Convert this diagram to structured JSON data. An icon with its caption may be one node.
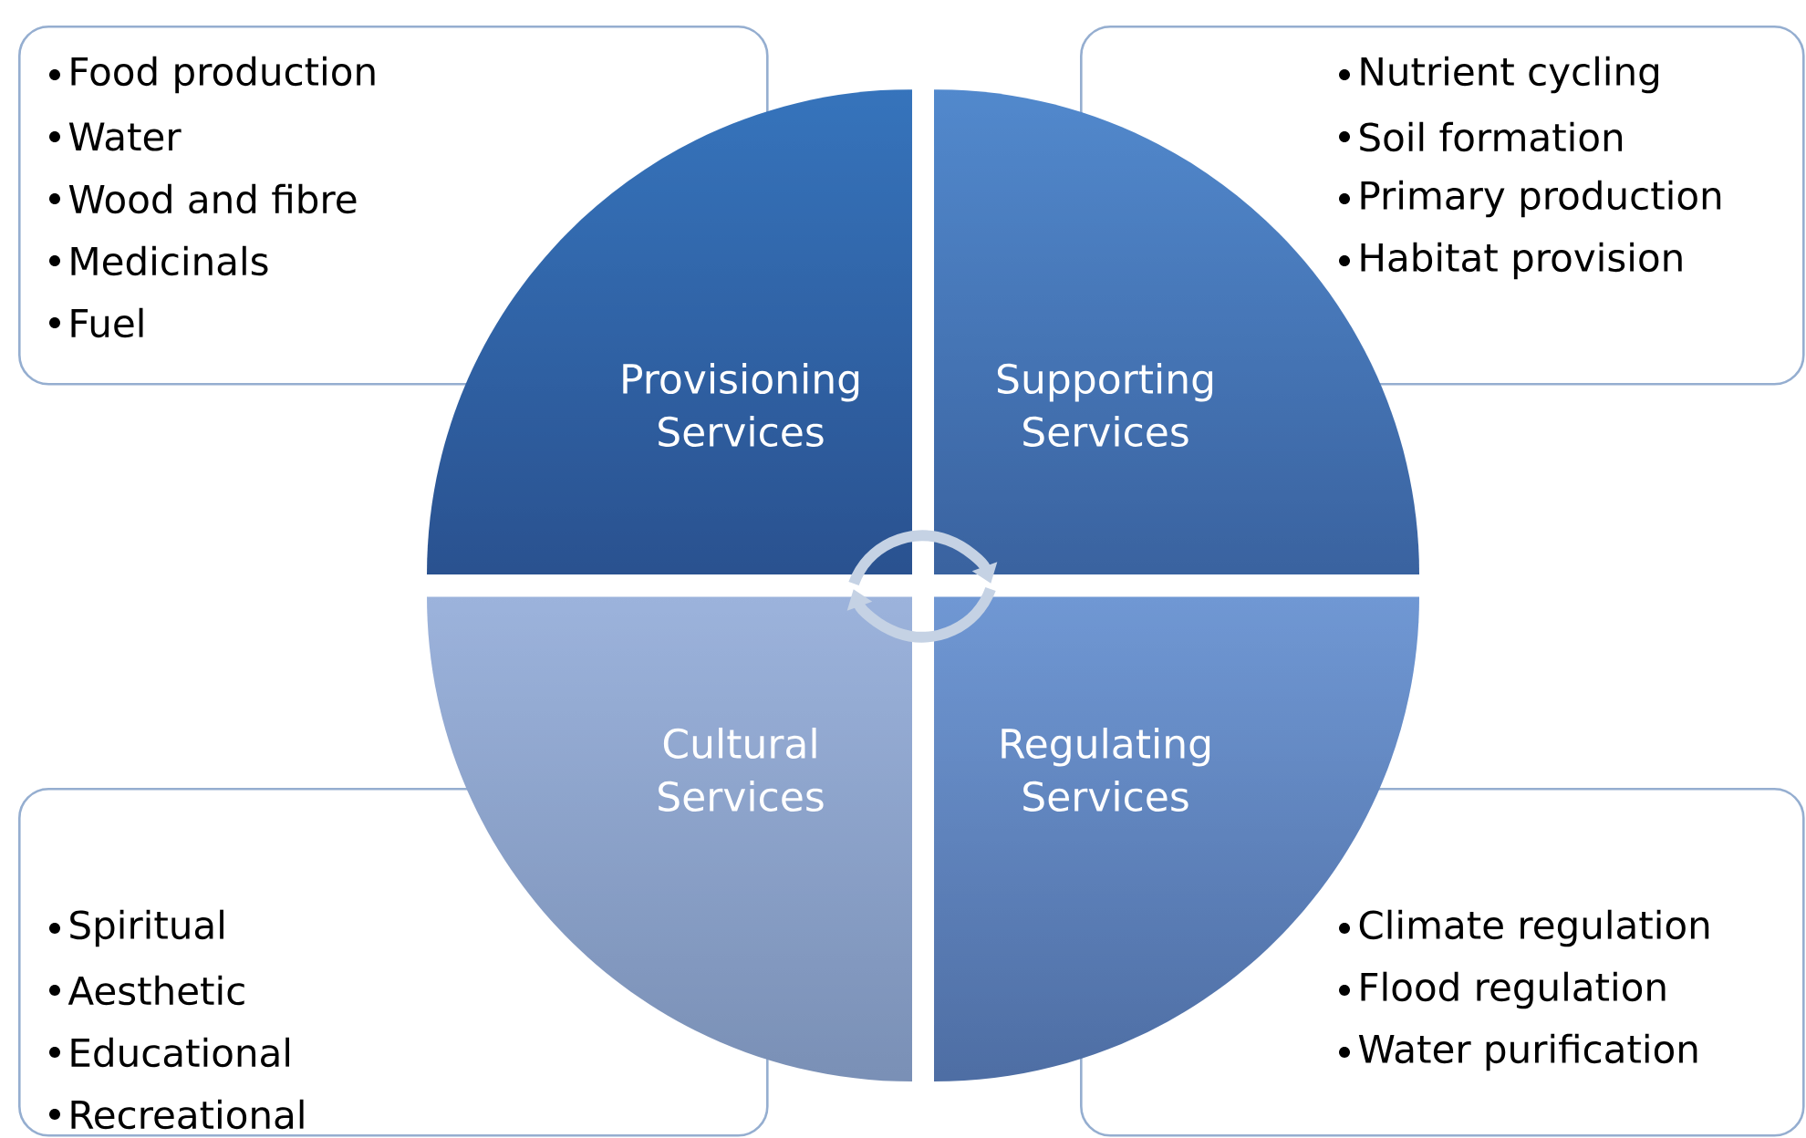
{
  "diagram": {
    "nodes": [
      {
        "text": [
          "Food production",
          "Water",
          "Wood and fibre",
          "Medicinals",
          "Fuel"
        ]
      },
      {
        "text": [
          "Nutrient cycling",
          "Soil formation",
          "Primary production",
          "Habitat provision"
        ]
      },
      {
        "text": [
          "Provisioning Services"
        ]
      },
      {
        "text": [
          "Supporting Services"
        ]
      },
      {
        "text": [
          "Cultural Services"
        ]
      },
      {
        "text": [
          "Regulating Services"
        ]
      },
      {
        "text": [
          "Spiritual",
          "Aesthetic",
          "Educational",
          "Recreational"
        ]
      },
      {
        "text": [
          "Climate regulation",
          "Flood regulation",
          "Water purification"
        ]
      }
    ],
    "edges": []
  }
}
